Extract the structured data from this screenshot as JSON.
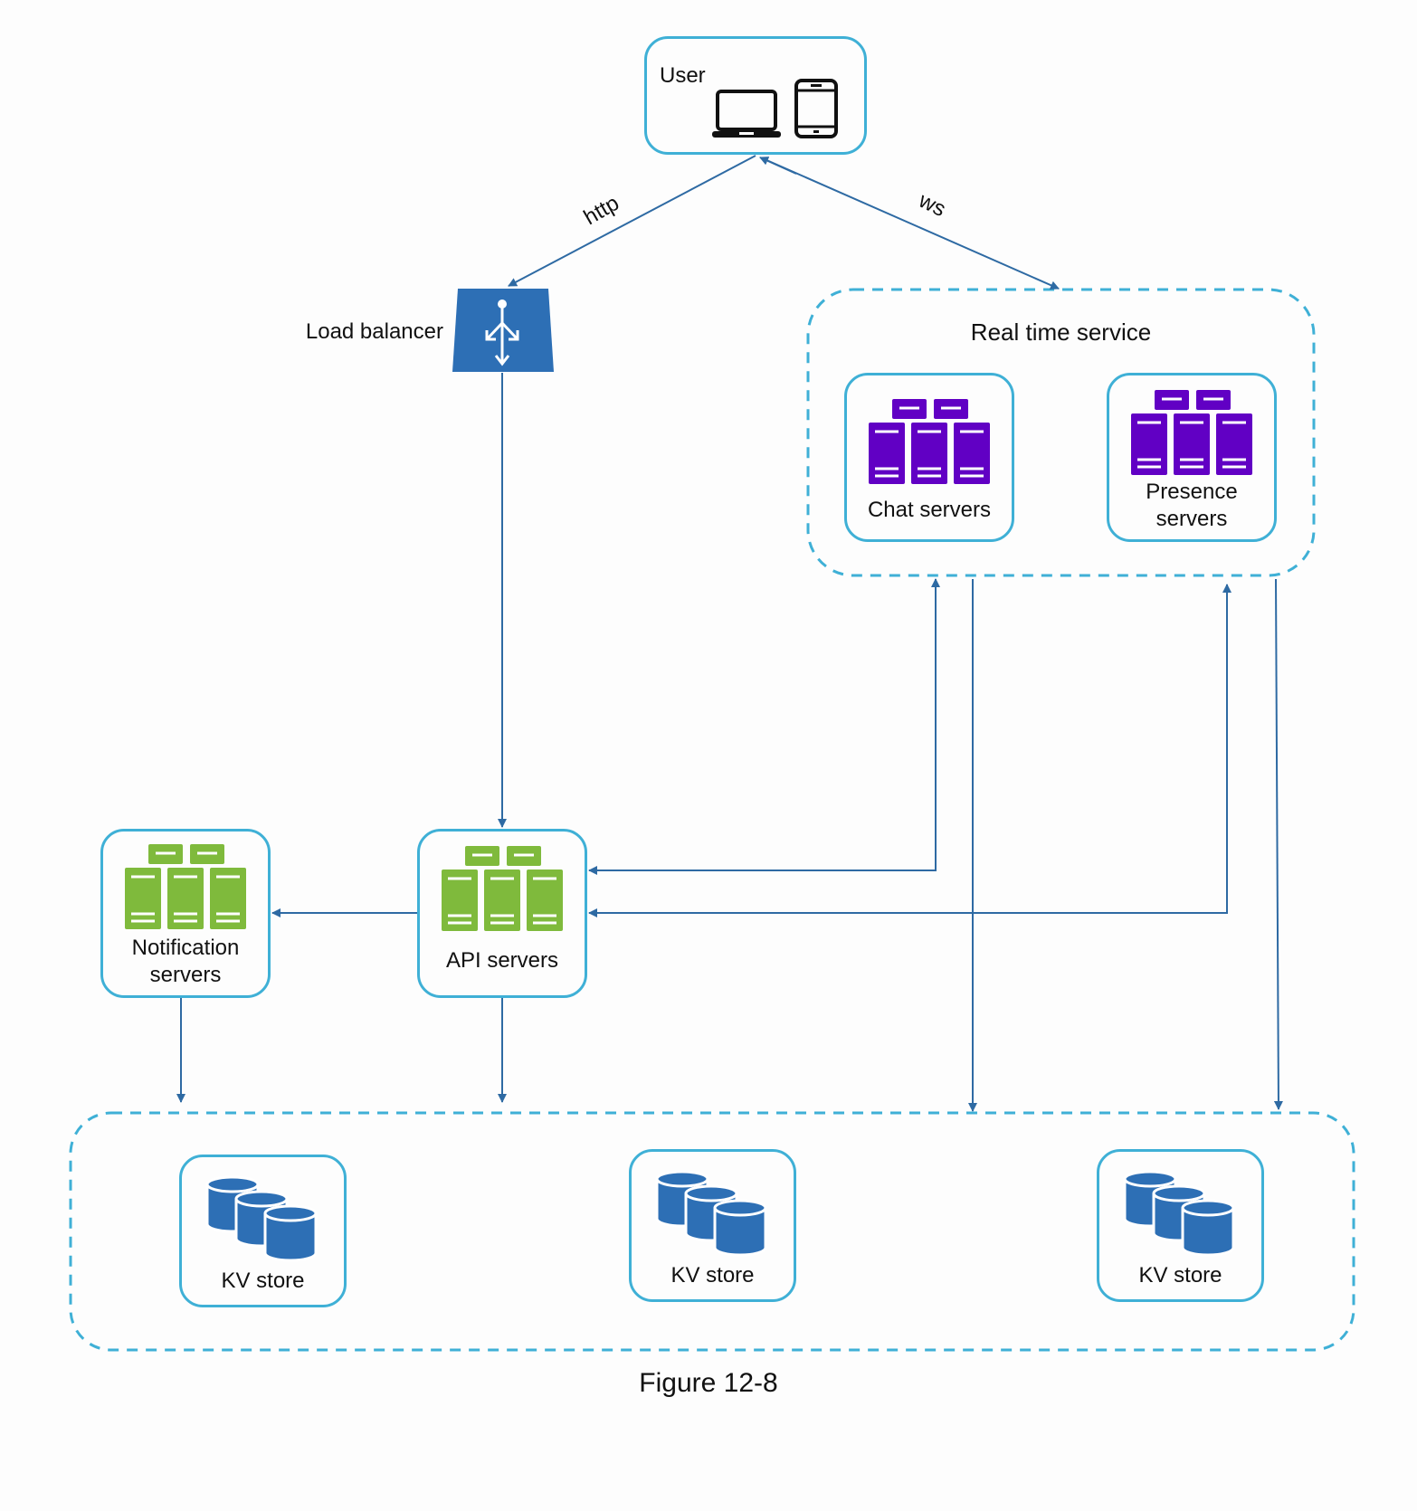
{
  "diagram": {
    "user": {
      "label": "User",
      "icons": [
        "laptop-icon",
        "tablet-icon"
      ]
    },
    "edges": {
      "http_label": "http",
      "ws_label": "ws"
    },
    "load_balancer": {
      "label": "Load balancer",
      "icon": "load-balancer-icon"
    },
    "real_time_service": {
      "label": "Real time service",
      "chat": {
        "label": "Chat servers",
        "icon": "server-cluster-icon"
      },
      "presence": {
        "label": "Presence\nservers",
        "icon": "server-cluster-icon"
      }
    },
    "api": {
      "label": "API servers",
      "icon": "server-cluster-icon"
    },
    "notification": {
      "label": "Notification\nservers",
      "icon": "server-cluster-icon"
    },
    "kv_stores": [
      {
        "label": "KV store",
        "icon": "database-icon"
      },
      {
        "label": "KV store",
        "icon": "database-icon"
      },
      {
        "label": "KV store",
        "icon": "database-icon"
      }
    ],
    "caption": "Figure 12-8",
    "colors": {
      "box_border": "#3fb0d6",
      "arrow": "#2e6aa3",
      "realtime_servers": "#6100c4",
      "api_servers": "#7fba3c",
      "database": "#2d6fb5",
      "load_balancer": "#2d6fb5"
    }
  }
}
